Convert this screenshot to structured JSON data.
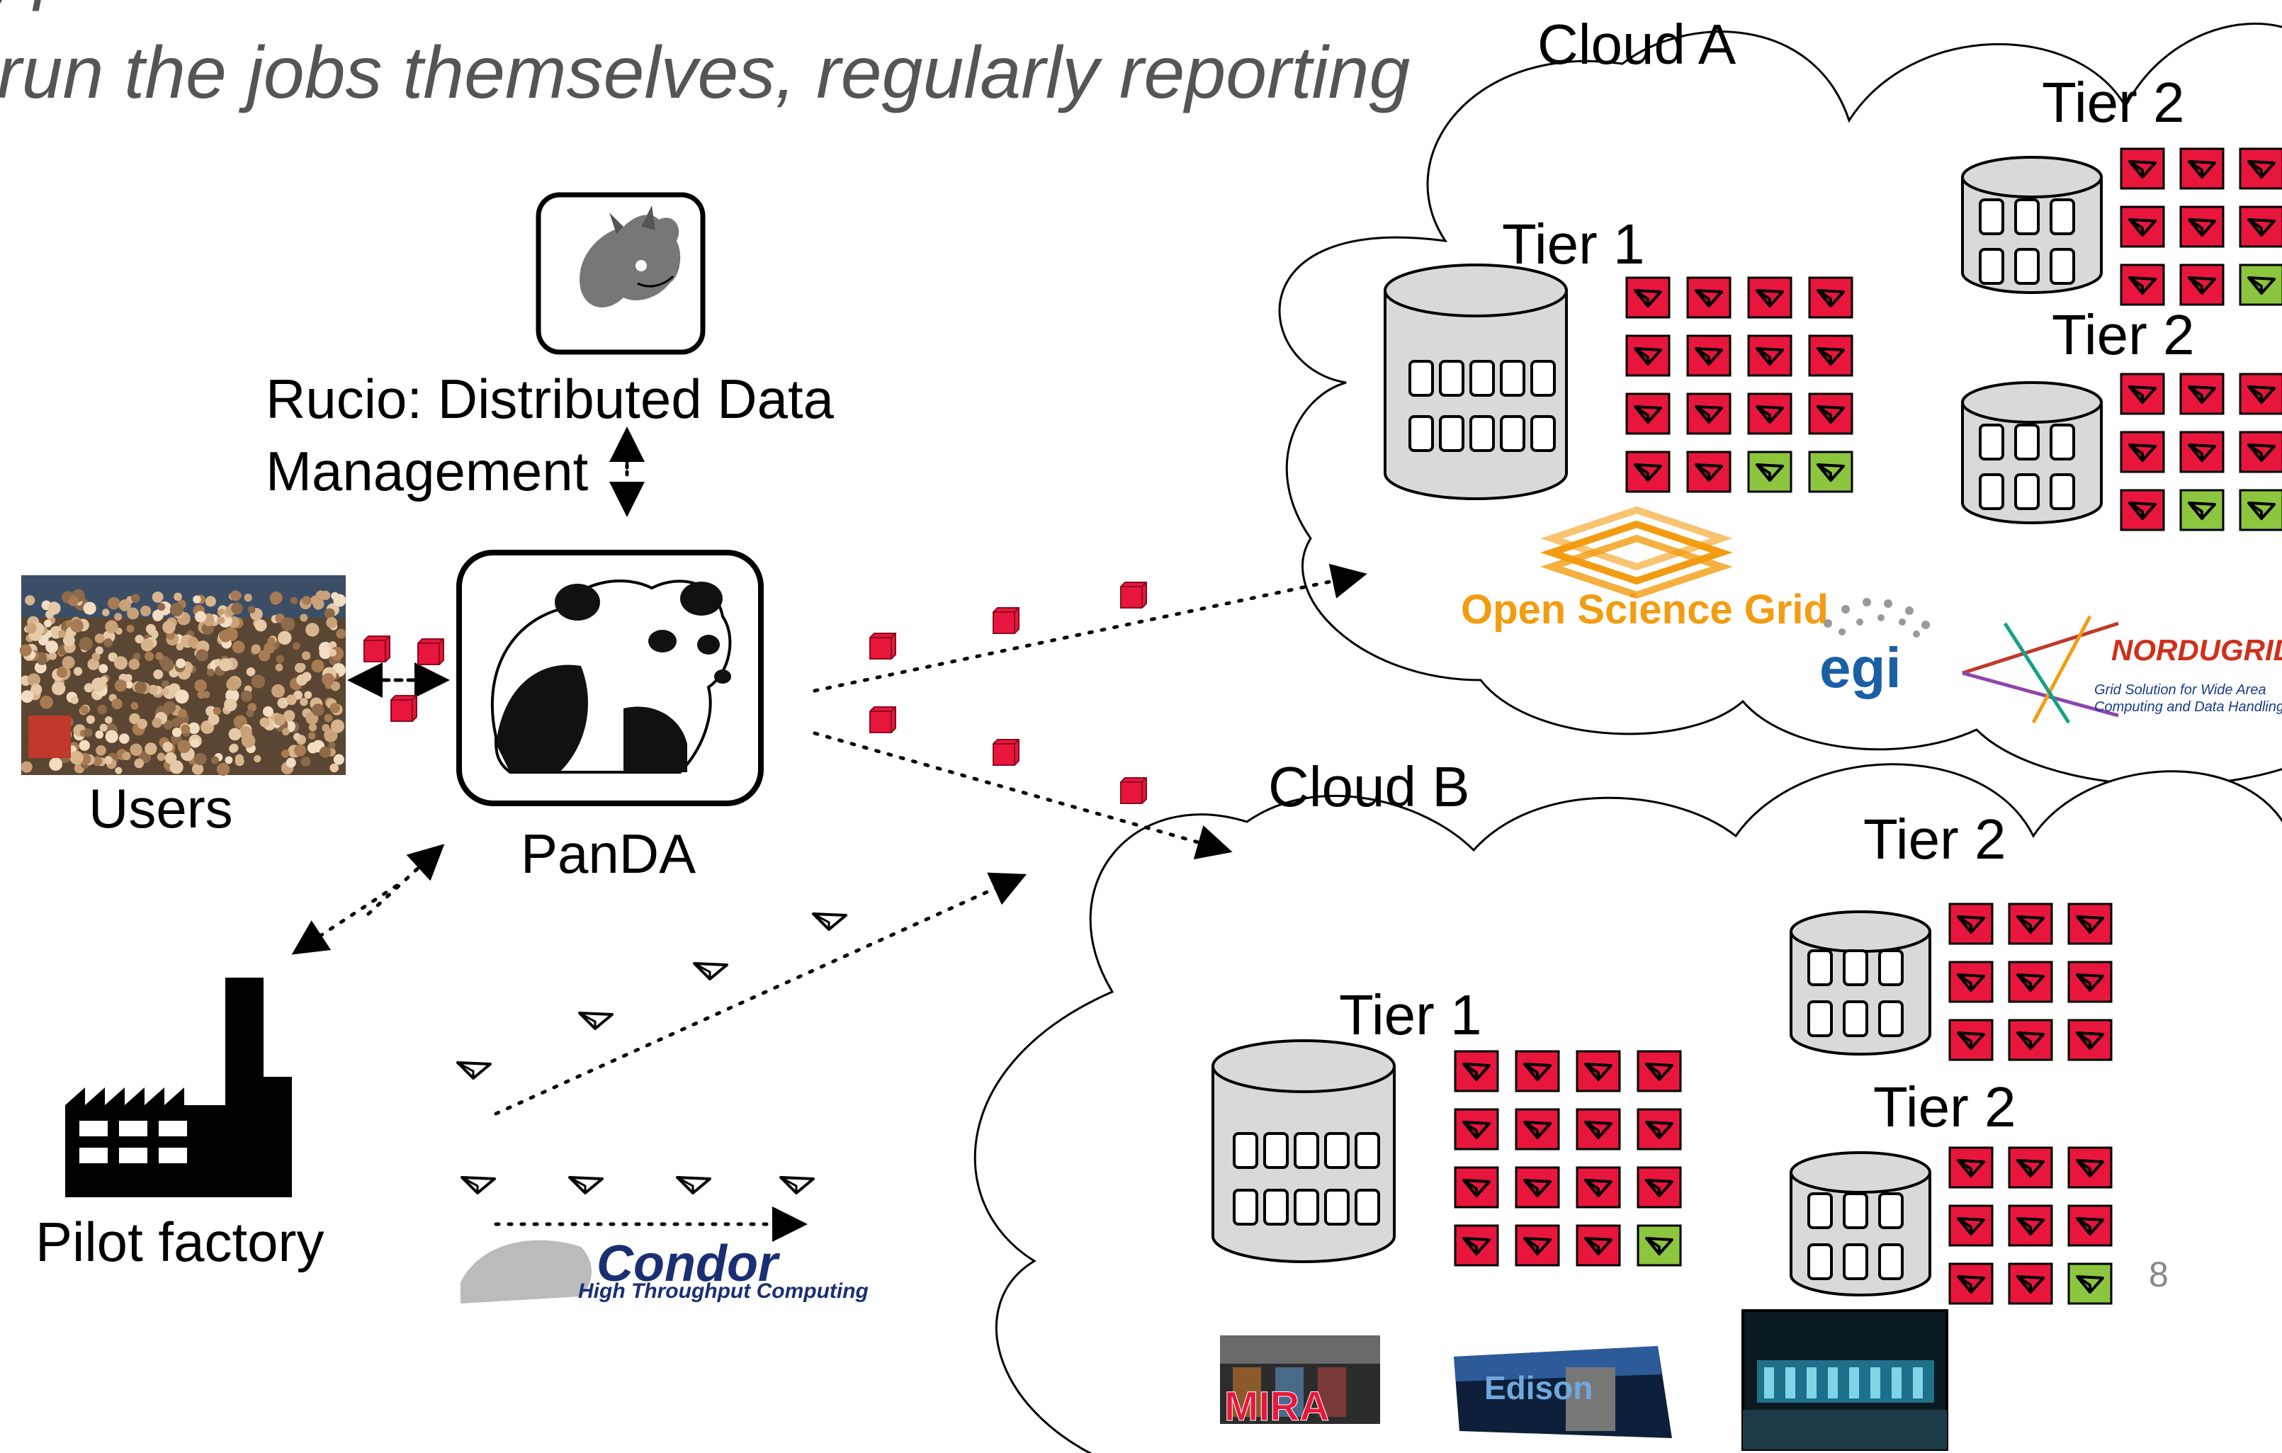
{
  "caption": {
    "line2": "run the jobs themselves, regularly reporting"
  },
  "rucio": {
    "label_line1": "Rucio: Distributed Data",
    "label_line2": "Management"
  },
  "panda": {
    "label": "PanDA"
  },
  "users": {
    "label": "Users"
  },
  "pilot_factory": {
    "label": "Pilot factory"
  },
  "cloud_a": {
    "label": "Cloud A",
    "tier1_label": "Tier 1",
    "tier2_labels": [
      "Tier 2",
      "Tier 2"
    ]
  },
  "cloud_b": {
    "label": "Cloud B",
    "tier1_label": "Tier 1",
    "tier2_labels": [
      "Tier 2",
      "Tier 2"
    ]
  },
  "logos": {
    "osg": "Open Science Grid",
    "egi": "egi",
    "nordugrid": "NORDUGRID",
    "nordugrid_tagline1": "Grid Solution for Wide Area",
    "nordugrid_tagline2": "Computing and Data Handling",
    "condor": "Condor",
    "condor_tagline": "High Throughput Computing",
    "mira": "MIRA",
    "edison": "Edison"
  },
  "page_number": "8",
  "colors": {
    "job_busy": "#e8163c",
    "job_free": "#8cc63f",
    "cylinder": "#d9d9d9",
    "osg_orange": "#f39c12",
    "egi_blue": "#1a5fa6",
    "nordugrid_red": "#d0301b"
  }
}
